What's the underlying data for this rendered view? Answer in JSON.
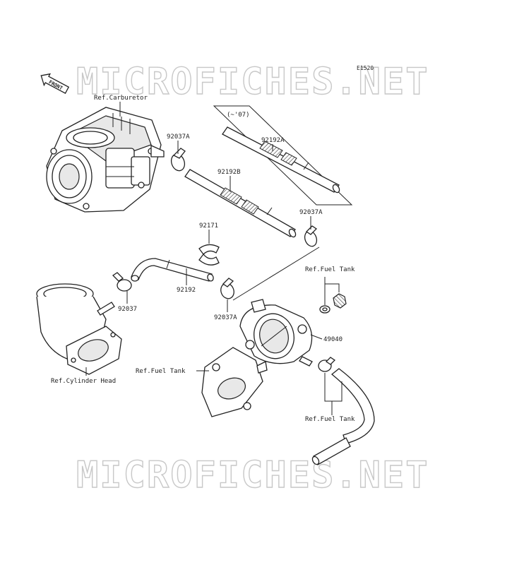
{
  "diagram_code": "E1520",
  "front_marker": "FRONT",
  "watermark": "MICROFICHES.NET",
  "notes": {
    "range": "(~'07)"
  },
  "callouts": {
    "ref_carburetor": "Ref.Carburetor",
    "clamp_top": "92037A",
    "hose_upper_bracketed": "92192A",
    "hose_upper": "92192B",
    "clamp_right": "92037A",
    "clip": "92171",
    "ref_fuel_tank_upper": "Ref.Fuel Tank",
    "hose_middle": "92192",
    "clamp_left": "92037",
    "clamp_middle": "92037A",
    "fuel_cock": "49040",
    "ref_fuel_tank_left": "Ref.Fuel Tank",
    "ref_cylinder_head": "Ref.Cylinder Head",
    "ref_fuel_tank_lower": "Ref.Fuel Tank"
  },
  "colors": {
    "ink": "#222222",
    "watermark": "#c8c8c8",
    "background": "#ffffff"
  }
}
